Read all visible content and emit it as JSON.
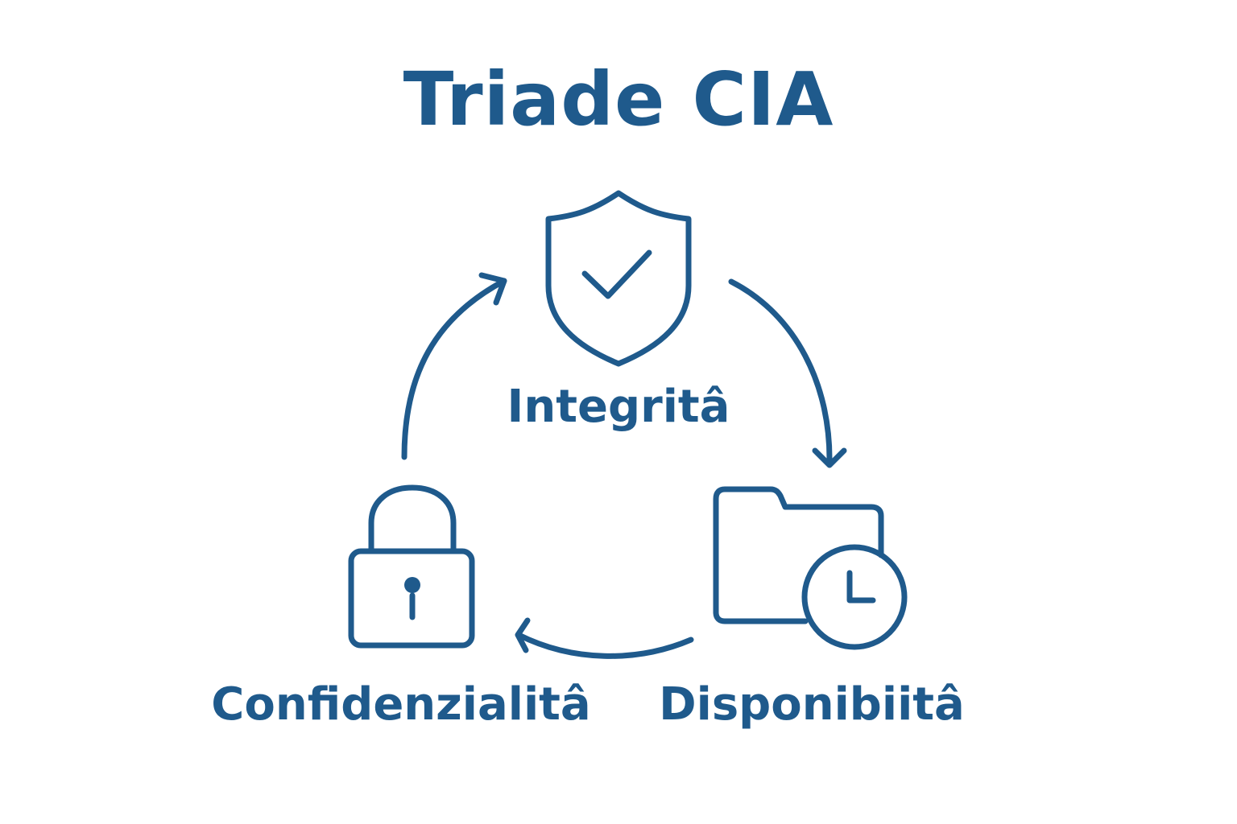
{
  "title": "Triade CIA",
  "colors": {
    "primary": "#1f5a8c",
    "background": "#ffffff"
  },
  "nodes": {
    "integrita": {
      "label": "Integritâ",
      "icon": "shield-check-icon"
    },
    "disponibilita": {
      "label": "Disponibiitâ",
      "icon": "folder-clock-icon"
    },
    "confidenzialita": {
      "label": "Confidenzialitâ",
      "icon": "padlock-icon"
    }
  },
  "cycle": [
    {
      "from": "integrita",
      "to": "disponibilita"
    },
    {
      "from": "disponibilita",
      "to": "confidenzialita"
    },
    {
      "from": "confidenzialita",
      "to": "integrita"
    }
  ]
}
